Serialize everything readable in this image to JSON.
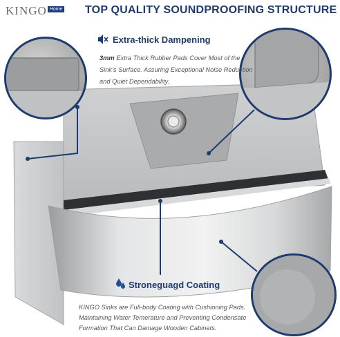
{
  "header": {
    "brand": "KINGO",
    "brand_badge": "Home",
    "headline": "TOP QUALITY SOUNDPROOFING STRUCTURE"
  },
  "feature_dampening": {
    "icon": "speaker-mute-icon",
    "title": "Extra-thick Dampening",
    "highlight": "3mm",
    "body": " Extra Thick Rubber Pads Cover Most of the Sink's Surface. Assuring Exceptional Noise Reduction and Quiet Dependability."
  },
  "feature_coating": {
    "icon": "water-drops-icon",
    "title": "Stroneguagd Coating",
    "body": "KINGO Sinks are Full-body Coating with Cushioning Pads. Maintaining Water Temerature and Preventing Condensate Formation That Can Damage Wooden Cabinets."
  },
  "colors": {
    "accent": "#1f3b6d",
    "brand_badge": "#1a3e78",
    "steel": "#c4c6c8",
    "rubber_pad": "#a9aaab"
  }
}
